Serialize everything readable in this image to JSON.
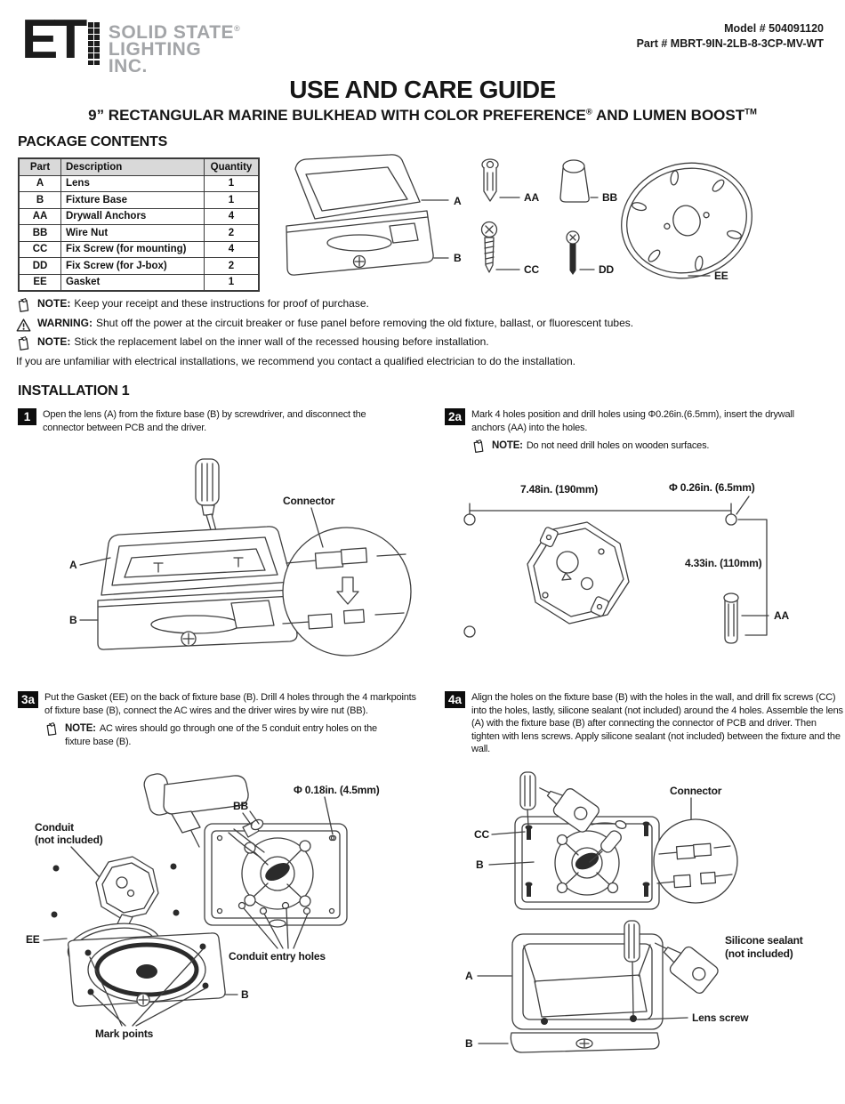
{
  "header": {
    "logo_mark": "ET",
    "logo_line1": "SOLID STATE",
    "logo_reg": "®",
    "logo_line2": "LIGHTING",
    "logo_line3": "INC.",
    "model": "Model # 504091120",
    "part": "Part # MBRT-9IN-2LB-8-3CP-MV-WT"
  },
  "title": "USE AND CARE GUIDE",
  "subtitle": {
    "main": "9” RECTANGULAR MARINE BULKHEAD WITH COLOR PREFERENCE",
    "reg": "®",
    "mid": " AND LUMEN BOOST",
    "tm": "TM"
  },
  "package": {
    "heading": "PACKAGE CONTENTS",
    "col_part": "Part",
    "col_desc": "Description",
    "col_qty": "Quantity",
    "rows": [
      {
        "part": "A",
        "desc": "Lens",
        "qty": "1"
      },
      {
        "part": "B",
        "desc": "Fixture Base",
        "qty": "1"
      },
      {
        "part": "AA",
        "desc": "Drywall Anchors",
        "qty": "4"
      },
      {
        "part": "BB",
        "desc": "Wire Nut",
        "qty": "2"
      },
      {
        "part": "CC",
        "desc": "Fix Screw (for mounting)",
        "qty": "4"
      },
      {
        "part": "DD",
        "desc": "Fix Screw (for J-box)",
        "qty": "2"
      },
      {
        "part": "EE",
        "desc": "Gasket",
        "qty": "1"
      }
    ]
  },
  "notes": {
    "n1_prefix": "NOTE:",
    "n1_text": "Keep your receipt and these instructions for proof of purchase.",
    "n2_prefix": "WARNING:",
    "n2_text": "Shut off the power at the circuit breaker or fuse panel before removing the old fixture, ballast, or fluorescent tubes.",
    "n3_prefix": "NOTE:",
    "n3_text": "Stick the replacement label on the inner wall of the recessed housing before installation.",
    "footer": "If you are unfamiliar with electrical installations, we recommend you contact a qualified electrician to do the installation."
  },
  "installation": {
    "heading": "INSTALLATION 1",
    "step1_num": "1",
    "step1_text": "Open the lens (A) from the fixture base (B) by screwdriver, and disconnect the connector between PCB and the driver.",
    "step2a_num": "2a",
    "step2a_text": "Mark 4 holes position and drill holes using Φ0.26in.(6.5mm), insert the drywall anchors (AA) into the holes.",
    "step2a_note_prefix": "NOTE:",
    "step2a_note": "Do not need drill holes on wooden surfaces.",
    "step3a_num": "3a",
    "step3a_text": "Put the Gasket (EE) on the back of fixture base (B). Drill 4 holes through the 4 markpoints of fixture base (B), connect the AC wires and the driver wires by wire nut (BB).",
    "step3a_note_prefix": "NOTE:",
    "step3a_note": "AC wires should go through one of the 5 conduit entry holes on the fixture base (B).",
    "step4a_num": "4a",
    "step4a_text": "Align the holes on the fixture base (B) with the holes in the wall, and drill fix screws (CC) into the holes, lastly, silicone sealant (not included) around the 4 holes. Assemble the lens (A) with the fixture base (B) after connecting the connector of PCB and driver. Then tighten with lens screws. Apply silicone sealant (not included) between the fixture and the wall."
  },
  "diagrams": {
    "parts": {
      "a": "A",
      "b": "B",
      "aa": "AA",
      "bb": "BB",
      "cc": "CC",
      "dd": "DD",
      "ee": "EE"
    },
    "step1": {
      "a": "A",
      "b": "B",
      "connector": "Connector"
    },
    "step2a": {
      "width": "7.48in. (190mm)",
      "dia": "Φ 0.26in. (6.5mm)",
      "height": "4.33in. (110mm)",
      "aa": "AA"
    },
    "step3a": {
      "dia": "Φ 0.18in. (4.5mm)",
      "bb": "BB",
      "conduit_l1": "Conduit",
      "conduit_l2": "(not included)",
      "ee": "EE",
      "b": "B",
      "entry": "Conduit entry holes",
      "mark": "Mark points"
    },
    "step4a": {
      "cc": "CC",
      "b": "B",
      "connector": "Connector",
      "sil_l1": "Silicone sealant",
      "sil_l2": "(not included)",
      "a": "A",
      "b2": "B",
      "lens_screw": "Lens screw"
    }
  }
}
